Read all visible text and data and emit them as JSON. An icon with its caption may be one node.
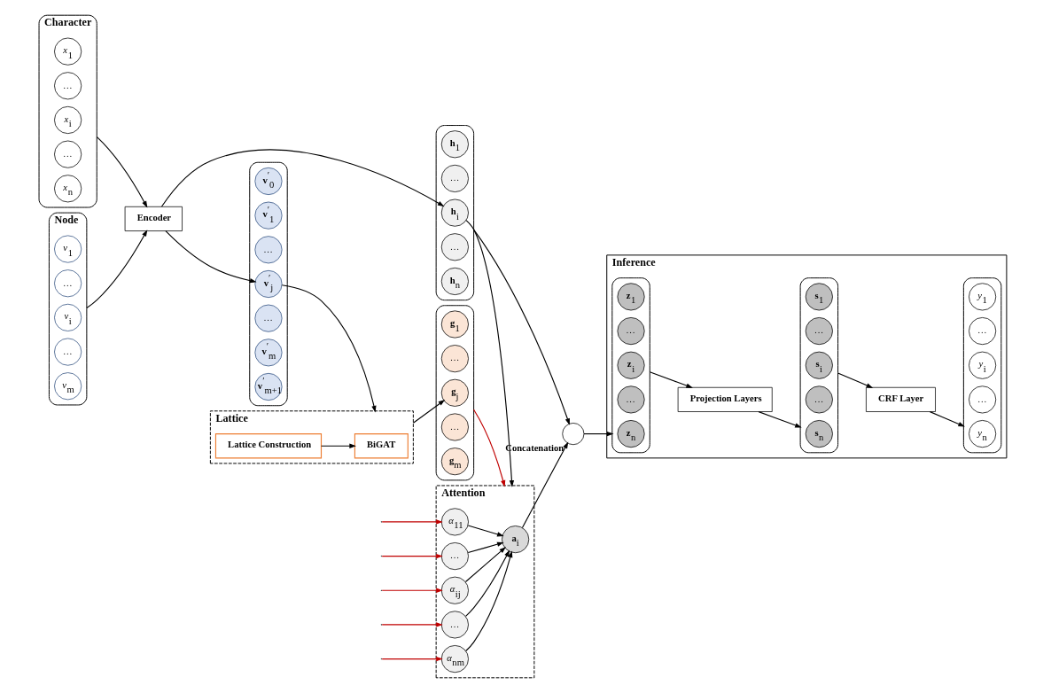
{
  "diagram": {
    "nodes": [
      {
        "text": [
          "Character"
        ]
      },
      {
        "text": [
          "*x*$_{1}$"
        ],
        "in": 0
      },
      {
        "text": [
          "…"
        ],
        "in": 0
      },
      {
        "text": [
          "*x*$_{i}$"
        ],
        "in": 0
      },
      {
        "text": [
          "…"
        ],
        "in": 0
      },
      {
        "text": [
          "*x*$_{n}$"
        ],
        "in": 0
      },
      {
        "text": [
          "Node"
        ]
      },
      {
        "text": [
          "*v*$_{1}$"
        ],
        "in": 6
      },
      {
        "text": [
          "…"
        ],
        "in": 6
      },
      {
        "text": [
          "*v*$_{i}$"
        ],
        "in": 6
      },
      {
        "text": [
          "…"
        ],
        "in": 6
      },
      {
        "text": [
          "*v*$_{m}$"
        ],
        "in": 6
      },
      {
        "text": [
          "Encoder"
        ]
      },
      {
        "text": [],
        "shape": "box"
      },
      {
        "text": [
          "**h**$_{1}$"
        ],
        "in": 13
      },
      {
        "text": [
          "…"
        ],
        "in": 13
      },
      {
        "text": [
          "**h**$_{i}$"
        ],
        "in": 13
      },
      {
        "text": [
          "…"
        ],
        "in": 13
      },
      {
        "text": [
          "**h**$_{n}$"
        ],
        "in": 13
      },
      {
        "text": [],
        "shape": "box"
      },
      {
        "text": [
          "**v**$^{′}$$_{0}$"
        ],
        "in": 19
      },
      {
        "text": [
          "**v**$^{′}$$_{1}$"
        ],
        "in": 19
      },
      {
        "text": [
          "…"
        ],
        "in": 19
      },
      {
        "text": [
          "**v**$^{′}$$_{j}$"
        ],
        "in": 19
      },
      {
        "text": [
          "…"
        ],
        "in": 19
      },
      {
        "text": [
          "**v**$^{′}$$_{m}$"
        ],
        "in": 19
      },
      {
        "text": [
          "**v**$^{′}$$_{m+1}$"
        ],
        "in": 19
      },
      {
        "text": [
          "Attention"
        ]
      },
      {
        "text": [
          "*α*$_{11}$"
        ],
        "in": 27
      },
      {
        "text": [
          "…"
        ],
        "in": 27
      },
      {
        "text": [
          "*α*$_{ij}$"
        ],
        "in": 27
      },
      {
        "text": [
          "…"
        ],
        "in": 27
      },
      {
        "text": [
          "*α*$_{nm}$"
        ],
        "in": 27
      },
      {
        "text": [
          "**a**$_{i}$"
        ],
        "in": 27
      },
      {
        "text": [],
        "shape": "circle",
        "beside": [
          "Concatenation"
        ]
      },
      {
        "text": [
          "Lattice"
        ]
      },
      {
        "text": [
          "Lattice Construction"
        ],
        "in": 35
      },
      {
        "text": [
          "BiGAT"
        ],
        "in": 35
      },
      {
        "text": [],
        "shape": "box"
      },
      {
        "text": [
          "**g**$_{1}$"
        ],
        "in": 38
      },
      {
        "text": [
          "…"
        ],
        "in": 38
      },
      {
        "text": [
          "**g**$_{j}$"
        ],
        "in": 38
      },
      {
        "text": [
          "…"
        ],
        "in": 38
      },
      {
        "text": [
          "**g**$_{m}$"
        ],
        "in": 38
      },
      {
        "text": [
          "Inference"
        ]
      },
      {
        "text": [],
        "shape": "box",
        "in": 44
      },
      {
        "text": [
          "**z**$_{1}$"
        ],
        "in": 45
      },
      {
        "text": [
          "…"
        ],
        "in": 45
      },
      {
        "text": [
          "**z**$_{i}$"
        ],
        "in": 45
      },
      {
        "text": [
          "…"
        ],
        "in": 45
      },
      {
        "text": [
          "**z**$_{n}$"
        ],
        "in": 45
      },
      {
        "text": [
          "Projection Layers"
        ],
        "in": 44
      },
      {
        "text": [],
        "shape": "box",
        "in": 44
      },
      {
        "text": [
          "**s**$_{1}$"
        ],
        "in": 52
      },
      {
        "text": [
          "…"
        ],
        "in": 52
      },
      {
        "text": [
          "**s**$_{i}$"
        ],
        "in": 52
      },
      {
        "text": [
          "…"
        ],
        "in": 52
      },
      {
        "text": [
          "**s**$_{n}$"
        ],
        "in": 52
      },
      {
        "text": [
          "CRF Layer"
        ],
        "in": 44
      },
      {
        "text": [],
        "shape": "box",
        "in": 44
      },
      {
        "text": [
          "*y*$_{1}$"
        ],
        "in": 59
      },
      {
        "text": [
          "…"
        ],
        "in": 59
      },
      {
        "text": [
          "*y*$_{i}$"
        ],
        "in": 59
      },
      {
        "text": [
          "…"
        ],
        "in": 59
      },
      {
        "text": [
          "*y*$_{n}$"
        ],
        "in": 59
      }
    ],
    "edges": [
      {
        "from": 0,
        "to": 12,
        "arrow": "to"
      },
      {
        "from": 6,
        "to": 12,
        "arrow": "to"
      },
      {
        "from": 12,
        "to": 16,
        "arrow": "to"
      },
      {
        "from": 12,
        "to": 23,
        "arrow": "to"
      },
      {
        "from": 16,
        "to": 27,
        "arrow": "to"
      },
      {
        "from": null,
        "to": 28,
        "arrow": "to",
        "color": "#c00000"
      },
      {
        "from": null,
        "to": 29,
        "arrow": "to",
        "color": "#c00000"
      },
      {
        "from": null,
        "to": 30,
        "arrow": "to",
        "color": "#c00000"
      },
      {
        "from": null,
        "to": 31,
        "arrow": "to",
        "color": "#c00000"
      },
      {
        "from": null,
        "to": 32,
        "arrow": "to",
        "color": "#c00000"
      },
      {
        "from": 28,
        "to": 33,
        "arrow": "to"
      },
      {
        "from": 29,
        "to": 33,
        "arrow": "to"
      },
      {
        "from": 30,
        "to": 33,
        "arrow": "to"
      },
      {
        "from": 31,
        "to": 33,
        "arrow": "to"
      },
      {
        "from": 32,
        "to": 33,
        "arrow": "to"
      },
      {
        "from": 33,
        "to": 34,
        "arrow": "to"
      },
      {
        "from": 13,
        "to": 34,
        "arrow": "to"
      },
      {
        "from": 34,
        "to": 45,
        "arrow": "to"
      },
      {
        "from": 23,
        "to": 35,
        "arrow": "to"
      },
      {
        "from": 36,
        "to": 37,
        "arrow": "to"
      },
      {
        "from": 35,
        "to": 41,
        "arrow": "to"
      },
      {
        "from": 38,
        "to": 27,
        "arrow": "to",
        "color": "#c00000"
      },
      {
        "from": 45,
        "to": 51,
        "arrow": "to"
      },
      {
        "from": 51,
        "to": 52,
        "arrow": "to"
      },
      {
        "from": 52,
        "to": 58,
        "arrow": "to"
      },
      {
        "from": 58,
        "to": 59,
        "arrow": "to"
      }
    ]
  }
}
